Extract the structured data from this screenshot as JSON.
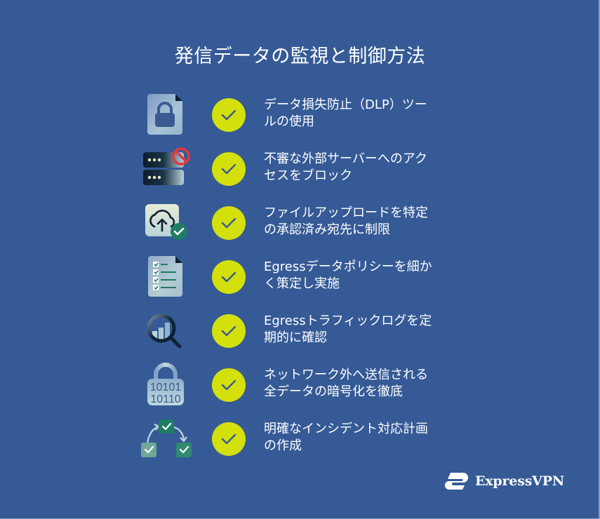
{
  "title": "発信データの監視と制御方法",
  "colors": {
    "background": "#355a96",
    "check_fill": "#d4e00b",
    "check_mark": "#3a5a92",
    "text": "#ffffff"
  },
  "items": [
    {
      "icon": "locked-document-icon",
      "lines": [
        "データ損失防止（DLP）ツー",
        "ルの使用"
      ]
    },
    {
      "icon": "blocked-server-icon",
      "lines": [
        "不審な外部サーバーへのアク",
        "セスをブロック"
      ]
    },
    {
      "icon": "cloud-upload-check-icon",
      "lines": [
        "ファイルアップロードを特定",
        "の承認済み宛先に制限"
      ]
    },
    {
      "icon": "checklist-document-icon",
      "lines": [
        "Egressデータポリシーを細か",
        "く策定し実施"
      ]
    },
    {
      "icon": "magnifier-chart-icon",
      "lines": [
        "Egressトラフィックログを定",
        "期的に確認"
      ]
    },
    {
      "icon": "binary-padlock-icon",
      "lines": [
        "ネットワーク外へ送信される",
        "全データの暗号化を徹底"
      ]
    },
    {
      "icon": "workflow-checks-icon",
      "lines": [
        "明確なインシデント対応計画",
        "の作成"
      ]
    }
  ],
  "binary_lines": [
    "10101",
    "10110"
  ],
  "brand": {
    "name": "ExpressVPN"
  }
}
